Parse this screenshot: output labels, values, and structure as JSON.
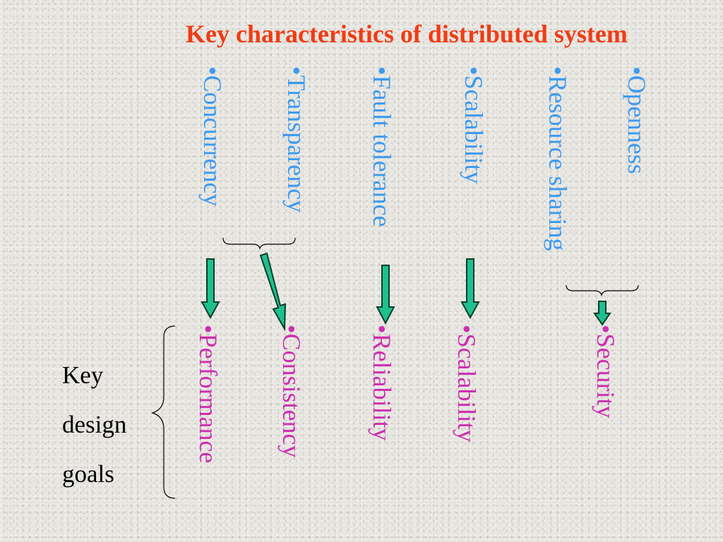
{
  "title": "Key characteristics of distributed system",
  "characteristics": [
    {
      "label": "Concurrency",
      "bullet": "• "
    },
    {
      "label": "Transparency",
      "bullet": "•"
    },
    {
      "label": "Fault tolerance",
      "bullet": "• "
    },
    {
      "label": "Scalability",
      "bullet": "• "
    },
    {
      "label": "Resource sharing",
      "bullet": "• "
    },
    {
      "label": "Openness",
      "bullet": "• "
    }
  ],
  "goals": [
    {
      "label": "Performance",
      "bullet": "• "
    },
    {
      "label": "Consistency",
      "bullet": "• "
    },
    {
      "label": "Reliability",
      "bullet": "• "
    },
    {
      "label": "Scalability",
      "bullet": "• "
    },
    {
      "label": "Security",
      "bullet": "• "
    }
  ],
  "side_label": {
    "line1": "Key",
    "line2": "design",
    "line3": "goals"
  },
  "colors": {
    "title": "#f03c14",
    "characteristic": "#3d9aef",
    "goal": "#cc2faf",
    "arrow_fill": "#1fbf8f",
    "arrow_stroke": "#0a3d2a"
  }
}
